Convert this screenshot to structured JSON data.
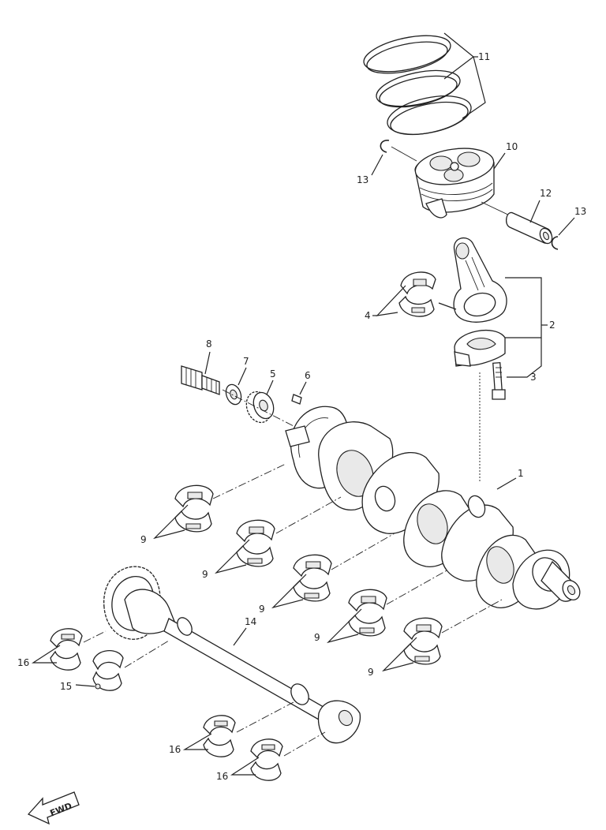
{
  "labels": {
    "n1": "1",
    "n2": "2",
    "n3": "3",
    "n4": "4",
    "n5": "5",
    "n6": "6",
    "n7": "7",
    "n8": "8",
    "n9a": "9",
    "n9b": "9",
    "n9c": "9",
    "n9d": "9",
    "n9e": "9",
    "n10": "10",
    "n11": "11",
    "n12": "12",
    "n13a": "13",
    "n13b": "13",
    "n14": "14",
    "n15": "15",
    "n16a": "16",
    "n16b": "16",
    "n16c": "16"
  },
  "fwd_label": "FWD"
}
